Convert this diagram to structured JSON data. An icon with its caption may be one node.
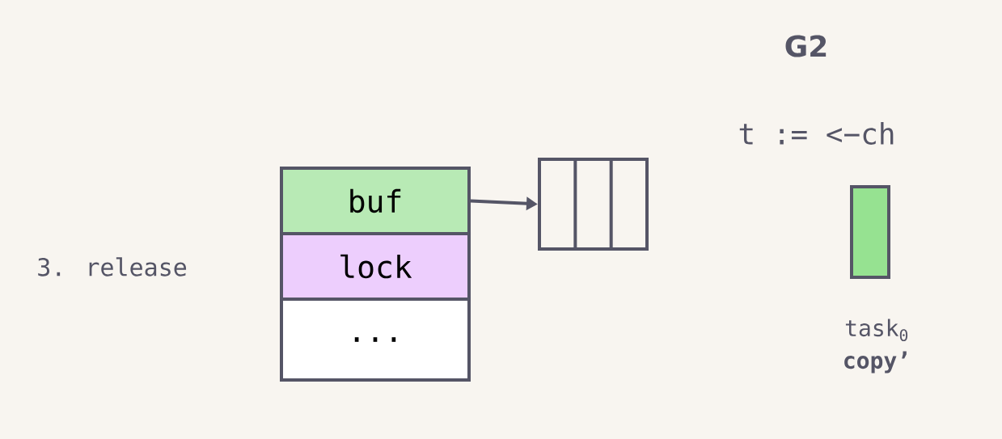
{
  "diagram": {
    "title": "G2",
    "nodes": [
      {
        "text": [
          "buf"
        ]
      },
      {
        "text": [
          "lock"
        ]
      },
      {
        "text": [
          "..."
        ]
      },
      {
        "text": [],
        "shape": "box"
      },
      {
        "text": [],
        "shape": "bar",
        "beside": [
          "task$_{0}$",
          "copy’"
        ]
      }
    ],
    "edges": [
      {
        "from": 0,
        "to": 3,
        "arrow": "to"
      }
    ],
    "labels": [
      "3. release",
      "t := <−ch"
    ]
  }
}
